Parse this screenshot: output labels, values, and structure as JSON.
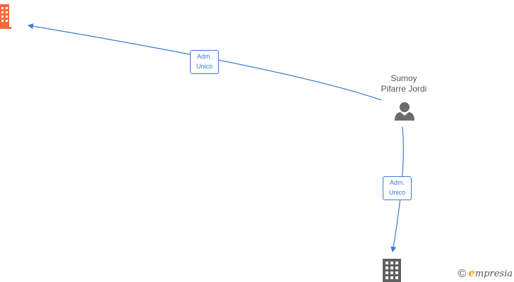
{
  "colors": {
    "edge": "#3a7bd5",
    "company_highlight": "#f26b3a",
    "company": "#606060",
    "person": "#6b6b6b",
    "brand_accent": "#f0a020"
  },
  "nodes": {
    "company_top_left": {
      "icon": "building-icon",
      "color": "#f26b3a"
    },
    "person": {
      "icon": "person-icon",
      "name_line1": "Sumoy",
      "name_line2": "Pifarre Jordi"
    },
    "company_bottom": {
      "icon": "building-icon",
      "color": "#606060"
    }
  },
  "edges": [
    {
      "from": "person",
      "to": "company_top_left",
      "label_line1": "Adm.",
      "label_line2": "Unico"
    },
    {
      "from": "person",
      "to": "company_bottom",
      "label_line1": "Adm.",
      "label_line2": "Unico"
    }
  ],
  "branding": {
    "copyright_symbol": "©",
    "brand_initial": "e",
    "brand_rest": "mpresia"
  }
}
